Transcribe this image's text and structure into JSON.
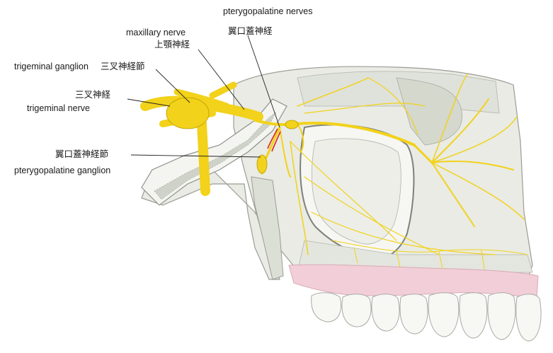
{
  "labels": {
    "pterygopalatine_nerves_en": "pterygopalatine nerves",
    "pterygopalatine_nerves_jp": "翼口蓋神経",
    "maxillary_nerve_en": "maxillary nerve",
    "maxillary_nerve_jp": "上顎神経",
    "trigeminal_ganglion_en": "trigeminal ganglion",
    "trigeminal_ganglion_jp": "三叉神経節",
    "trigeminal_nerve_jp": "三叉神経",
    "trigeminal_nerve_en": "trigeminal nerve",
    "pterygopalatine_ganglion_jp": "翼口蓋神経節",
    "pterygopalatine_ganglion_en": "pterygopalatine ganglion"
  },
  "colors": {
    "bone": "#e9ebe4",
    "bone_shadow": "#c9ccc2",
    "bone_outline": "#9a9d95",
    "nerve": "#f2d21a",
    "nerve_outline": "#b99a00",
    "gum": "#f2cfd8",
    "teeth": "#f7f7f4",
    "vessel": "#d8261c"
  }
}
